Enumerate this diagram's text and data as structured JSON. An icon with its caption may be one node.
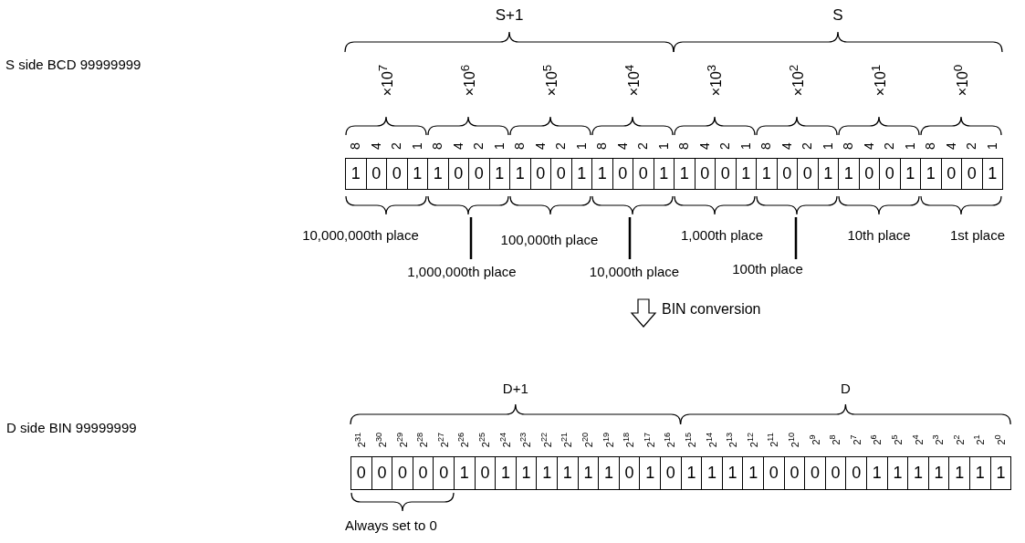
{
  "diagram": {
    "nodes": [
      {
        "text": [
          "1"
        ]
      },
      {
        "text": [
          "0"
        ]
      },
      {
        "text": [
          "0"
        ]
      },
      {
        "text": [
          "1"
        ]
      },
      {
        "text": [
          "1"
        ]
      },
      {
        "text": [
          "0"
        ]
      },
      {
        "text": [
          "0"
        ]
      },
      {
        "text": [
          "1"
        ]
      },
      {
        "text": [
          "1"
        ]
      },
      {
        "text": [
          "0"
        ]
      },
      {
        "text": [
          "0"
        ]
      },
      {
        "text": [
          "1"
        ]
      },
      {
        "text": [
          "1"
        ]
      },
      {
        "text": [
          "0"
        ]
      },
      {
        "text": [
          "0"
        ]
      },
      {
        "text": [
          "1"
        ]
      },
      {
        "text": [
          "1"
        ]
      },
      {
        "text": [
          "0"
        ]
      },
      {
        "text": [
          "0"
        ]
      },
      {
        "text": [
          "1"
        ]
      },
      {
        "text": [
          "1"
        ]
      },
      {
        "text": [
          "0"
        ]
      },
      {
        "text": [
          "0"
        ]
      },
      {
        "text": [
          "1"
        ]
      },
      {
        "text": [
          "1"
        ]
      },
      {
        "text": [
          "0"
        ]
      },
      {
        "text": [
          "0"
        ]
      },
      {
        "text": [
          "1"
        ]
      },
      {
        "text": [
          "1"
        ]
      },
      {
        "text": [
          "0"
        ]
      },
      {
        "text": [
          "0"
        ]
      },
      {
        "text": [
          "1"
        ]
      },
      {
        "text": [
          "0"
        ]
      },
      {
        "text": [
          "0"
        ]
      },
      {
        "text": [
          "0"
        ]
      },
      {
        "text": [
          "0"
        ]
      },
      {
        "text": [
          "0"
        ]
      },
      {
        "text": [
          "1"
        ]
      },
      {
        "text": [
          "0"
        ]
      },
      {
        "text": [
          "1"
        ]
      },
      {
        "text": [
          "1"
        ]
      },
      {
        "text": [
          "1"
        ]
      },
      {
        "text": [
          "1"
        ]
      },
      {
        "text": [
          "1"
        ]
      },
      {
        "text": [
          "1"
        ]
      },
      {
        "text": [
          "0"
        ]
      },
      {
        "text": [
          "1"
        ]
      },
      {
        "text": [
          "0"
        ]
      },
      {
        "text": [
          "1"
        ]
      },
      {
        "text": [
          "1"
        ]
      },
      {
        "text": [
          "1"
        ]
      },
      {
        "text": [
          "1"
        ]
      },
      {
        "text": [
          "0"
        ]
      },
      {
        "text": [
          "0"
        ]
      },
      {
        "text": [
          "0"
        ]
      },
      {
        "text": [
          "0"
        ]
      },
      {
        "text": [
          "0"
        ]
      },
      {
        "text": [
          "1"
        ]
      },
      {
        "text": [
          "1"
        ]
      },
      {
        "text": [
          "1"
        ]
      },
      {
        "text": [
          "1"
        ]
      },
      {
        "text": [
          "1"
        ]
      },
      {
        "text": [
          "1"
        ]
      },
      {
        "text": [
          "1"
        ]
      }
    ],
    "labels": [
      "S+1",
      "S",
      "S side BCD 99999999",
      "×10$^{7}$",
      "×10$^{6}$",
      "×10$^{5}$",
      "×10$^{4}$",
      "×10$^{3}$",
      "×10$^{2}$",
      "×10$^{1}$",
      "×10$^{0}$",
      "8",
      "4",
      "2",
      "1",
      "8",
      "4",
      "2",
      "1",
      "8",
      "4",
      "2",
      "1",
      "8",
      "4",
      "2",
      "1",
      "8",
      "4",
      "2",
      "1",
      "8",
      "4",
      "2",
      "1",
      "8",
      "4",
      "2",
      "1",
      "8",
      "4",
      "2",
      "1",
      "10,000,000th place",
      "100,000th place",
      "1,000th place",
      "10th place",
      "1st place",
      "1,000,000th place",
      "10,000th place",
      "100th place",
      "BIN conversion",
      "D+1",
      "D",
      "D side BIN 99999999",
      "2$^{31}$",
      "2$^{30}$",
      "2$^{29}$",
      "2$^{28}$",
      "2$^{27}$",
      "2$^{26}$",
      "2$^{25}$",
      "2$^{24}$",
      "2$^{23}$",
      "2$^{22}$",
      "2$^{21}$",
      "2$^{20}$",
      "2$^{19}$",
      "2$^{18}$",
      "2$^{17}$",
      "2$^{16}$",
      "2$^{15}$",
      "2$^{14}$",
      "2$^{13}$",
      "2$^{12}$",
      "2$^{11}$",
      "2$^{10}$",
      "2$^{9}$",
      "2$^{8}$",
      "2$^{7}$",
      "2$^{6}$",
      "2$^{5}$",
      "2$^{4}$",
      "2$^{3}$",
      "2$^{2}$",
      "2$^{1}$",
      "2$^{0}$",
      "Always set to 0"
    ]
  }
}
